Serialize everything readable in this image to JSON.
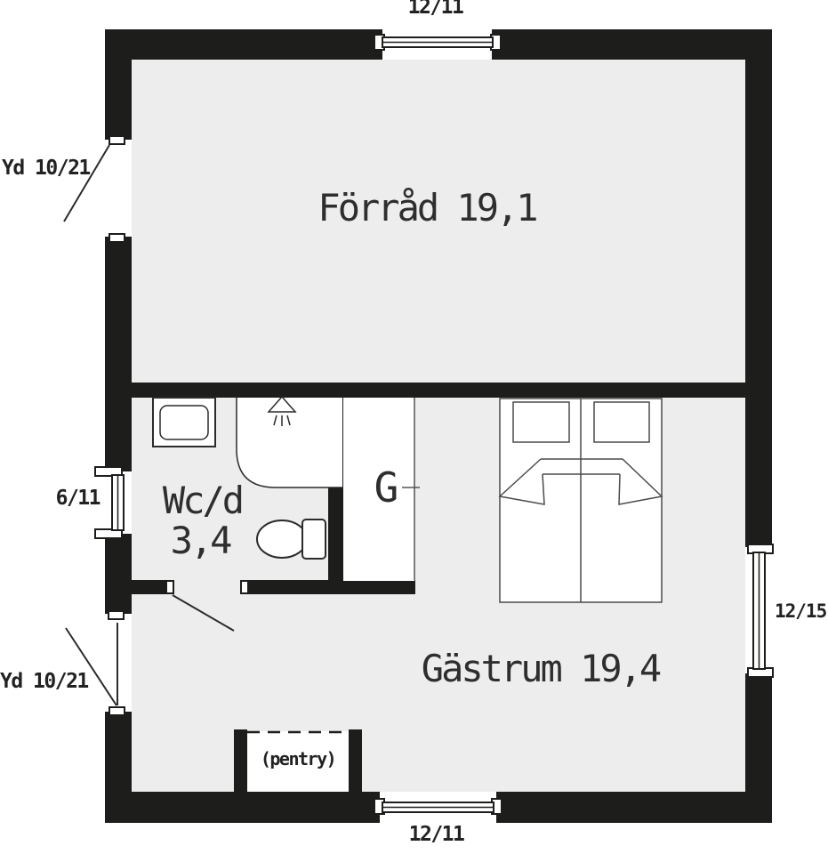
{
  "rooms": {
    "forrad": {
      "label": "Förråd 19,1"
    },
    "wc": {
      "label": "Wc/d",
      "area": "3,4"
    },
    "gastrum": {
      "label": "Gästrum 19,4"
    },
    "wardrobe": {
      "label": "G"
    },
    "pentry": {
      "label": "(pentry)"
    }
  },
  "dimensions": {
    "window_top": "12/11",
    "window_bottom": "12/11",
    "window_left": "6/11",
    "window_right": "12/15",
    "door_upper": "Yd 10/21",
    "door_lower": "Yd 10/21"
  },
  "colors": {
    "wall": "#1d1d1b",
    "floor": "#ededed",
    "furniture_outline": "#4a4a4a",
    "text": "#2b2b2b",
    "background": "#ffffff"
  }
}
